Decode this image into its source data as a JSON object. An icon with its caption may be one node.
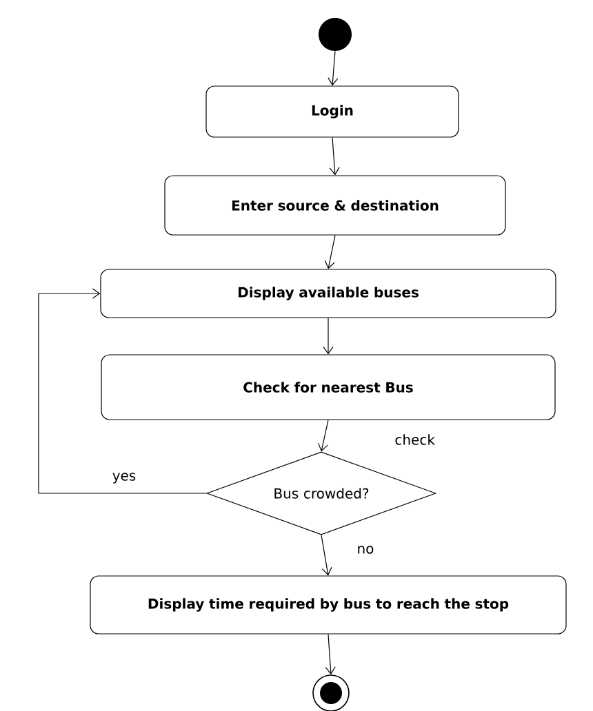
{
  "diagram": {
    "nodes": [
      {
        "text": [],
        "shape": "circle"
      },
      {
        "text": [
          "Login"
        ]
      },
      {
        "text": [
          "Enter source & destination"
        ]
      },
      {
        "text": [
          "Display available buses"
        ]
      },
      {
        "text": [
          "Check for nearest Bus"
        ]
      },
      {
        "text": [
          "Bus crowded?"
        ]
      },
      {
        "text": [
          "Display time required by bus to reach the stop"
        ]
      },
      {
        "text": [],
        "shape": "circle"
      }
    ],
    "edges": [
      {
        "from": 0,
        "to": 1,
        "arrow": "to"
      },
      {
        "from": 1,
        "to": 2,
        "arrow": "to"
      },
      {
        "from": 2,
        "to": 3,
        "arrow": "to"
      },
      {
        "from": 3,
        "to": 4,
        "arrow": "to"
      },
      {
        "from": 4,
        "to": 5,
        "arrow": "to",
        "label": "check"
      },
      {
        "from": 5,
        "to": 3,
        "arrow": "to",
        "label": "yes"
      },
      {
        "from": 5,
        "to": 6,
        "arrow": "to",
        "label": "no"
      },
      {
        "from": 6,
        "to": 7,
        "arrow": "to"
      }
    ]
  }
}
